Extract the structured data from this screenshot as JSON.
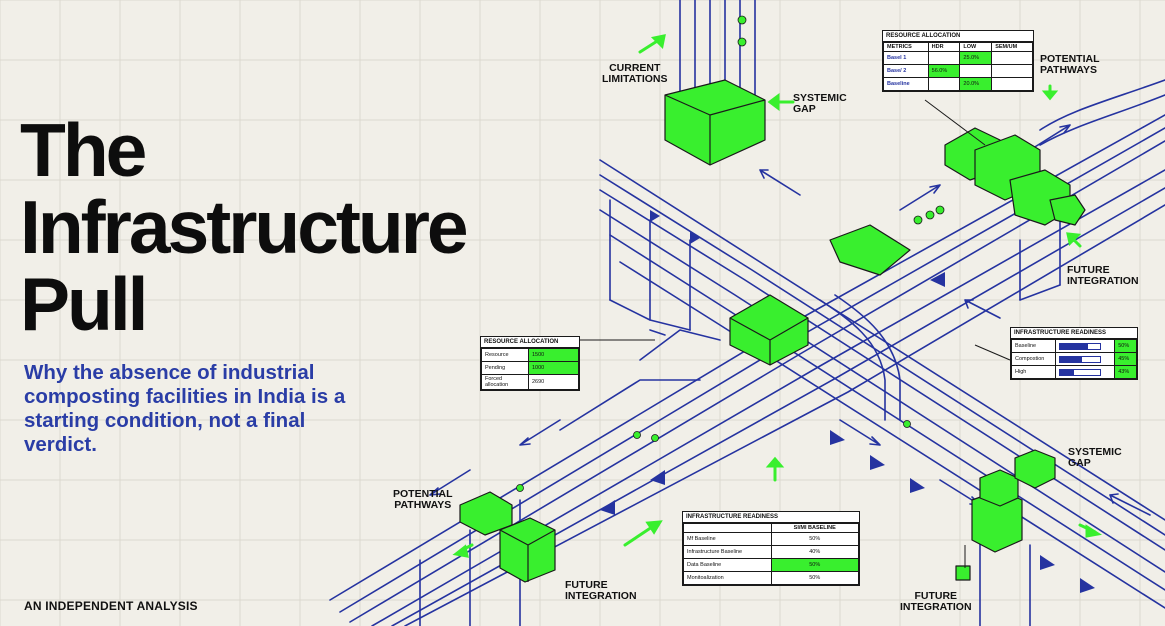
{
  "title_lines": [
    "The",
    "Infrastructure",
    "Pull"
  ],
  "subtitle": "Why the absence of industrial composting facilities in India is a starting condition, not a final verdict.",
  "footer": "AN INDEPENDENT ANALYSIS",
  "labels": {
    "current_limitations": [
      "CURRENT",
      "LIMITATIONS"
    ],
    "systemic_gap_top": [
      "SYSTEMIC",
      "GAP"
    ],
    "potential_pathways_top": [
      "POTENTIAL",
      "PATHWAYS"
    ],
    "future_integration_right": [
      "FUTURE",
      "INTEGRATION"
    ],
    "systemic_gap_bottom": [
      "SYSTEMIC",
      "GAP"
    ],
    "potential_pathways_left": [
      "POTENTIAL",
      "PATHWAYS"
    ],
    "future_integration_bottom": [
      "FUTURE",
      "INTEGRATION"
    ],
    "future_integration_bottom_right": [
      "FUTURE",
      "INTEGRATION"
    ]
  },
  "table_top": {
    "title": "RESOURCE ALLOCATION",
    "headers": [
      "METRICS",
      "HDR",
      "LOW",
      "SEM/UM"
    ],
    "rows": [
      {
        "label": "Basel 1",
        "c1": "",
        "c2": "25.0%",
        "c3": ""
      },
      {
        "label": "Base/ 2",
        "c1": "56.0%",
        "c2": "",
        "c3": ""
      },
      {
        "label": "Baseline",
        "c1": "",
        "c2": "20.0%",
        "c3": ""
      }
    ]
  },
  "table_mid": {
    "title": "RESOURCE ALLOCATION",
    "rows": [
      {
        "label": "Resource",
        "value": "1500"
      },
      {
        "label": "Pending",
        "value": "1000"
      },
      {
        "label": "Forced allocation",
        "value": "2690"
      }
    ]
  },
  "table_readiness_right": {
    "title": "INFRASTRUCTURE READINESS",
    "rows": [
      {
        "label": "Baseline",
        "value": "50%",
        "level": 0.7
      },
      {
        "label": "Compostion",
        "value": "45%",
        "level": 0.55
      },
      {
        "label": "High",
        "value": "43%",
        "level": 0.35
      }
    ]
  },
  "table_readiness_bottom": {
    "title": "INFRASTRUCTURE READINESS",
    "header": "SI/MI BASELINE",
    "rows": [
      {
        "label": "Mf Baseline",
        "value": "50%"
      },
      {
        "label": "Infrastructure Baseline",
        "value": "40%"
      },
      {
        "label": "Data Baseline",
        "value": "50%"
      },
      {
        "label": "Monitoalization",
        "value": "50%"
      }
    ]
  },
  "colors": {
    "background": "#f1efe8",
    "ink_blue": "#2533a0",
    "accent_green": "#39ef2e",
    "subtitle_blue": "#2a3da6"
  }
}
